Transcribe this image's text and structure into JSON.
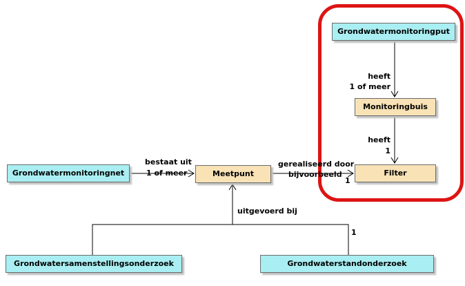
{
  "diagram": {
    "nodes": {
      "grondwatermonitoringput": {
        "label": "Grondwatermonitoringput"
      },
      "monitoringbuis": {
        "label": "Monitoringbuis"
      },
      "filter": {
        "label": "Filter"
      },
      "grondwatermonitoringnet": {
        "label": "Grondwatermonitoringnet"
      },
      "meetpunt": {
        "label": "Meetpunt"
      },
      "grondwatersamenstellingsonderzoek": {
        "label": "Grondwatersamenstellingsonderzoek"
      },
      "grondwaterstandonderzoek": {
        "label": "Grondwaterstandonderzoek"
      }
    },
    "edges": {
      "put_heeft_buis": {
        "label": "heeft",
        "cardinality": "1 of meer"
      },
      "buis_heeft_filter": {
        "label": "heeft",
        "cardinality": "1"
      },
      "net_bestaat_uit": {
        "label": "bestaat uit",
        "cardinality": "1 of meer"
      },
      "meetpunt_gerealiseerd": {
        "label": "gerealiseerd door",
        "sublabel": "bijvoorbeeld",
        "cardinality": "1"
      },
      "uitgevoerd_bij": {
        "label": "uitgevoerd bij",
        "cardinality": "1"
      }
    },
    "colors": {
      "cyan_node": "#a9eef2",
      "tan_node": "#f8e2b6",
      "highlight_red": "#dd1414",
      "node_border": "#6b6b6b",
      "node_shadow": "#c0c0c0",
      "line_color": "#000000"
    }
  }
}
